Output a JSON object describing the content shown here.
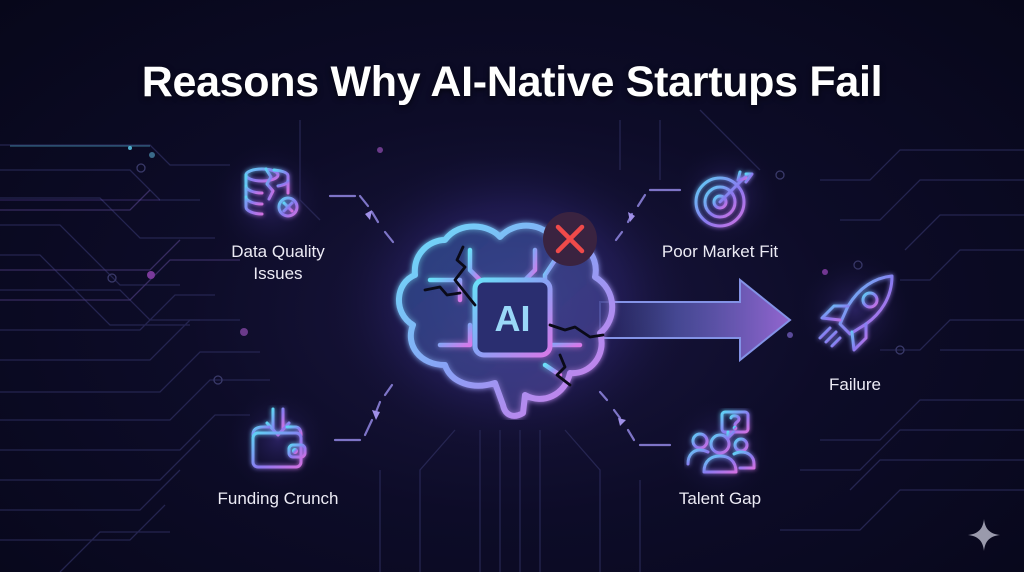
{
  "title": "Reasons Why AI-Native Startups Fail",
  "center": {
    "chip_label": "AI",
    "status_icon": "x-mark-icon"
  },
  "reasons": [
    {
      "id": "data-quality",
      "line1": "Data Quality",
      "line2": "Issues",
      "icon": "cracked-database-icon"
    },
    {
      "id": "market-fit",
      "line1": "Poor Market Fit",
      "icon": "target-arrow-icon"
    },
    {
      "id": "funding",
      "line1": "Funding Crunch",
      "icon": "wallet-download-icon"
    },
    {
      "id": "talent",
      "line1": "Talent Gap",
      "icon": "people-question-icon"
    }
  ],
  "outcome": {
    "label": "Failure",
    "icon": "rocket-icon"
  },
  "colors": {
    "background": "#0a0a1f",
    "cyan": "#5fd4f5",
    "violet": "#8a7af0",
    "magenta": "#c774e8",
    "red_x": "#ef4a4a",
    "x_badge": "#3a2340"
  },
  "watermark_icon": "sparkle-icon"
}
